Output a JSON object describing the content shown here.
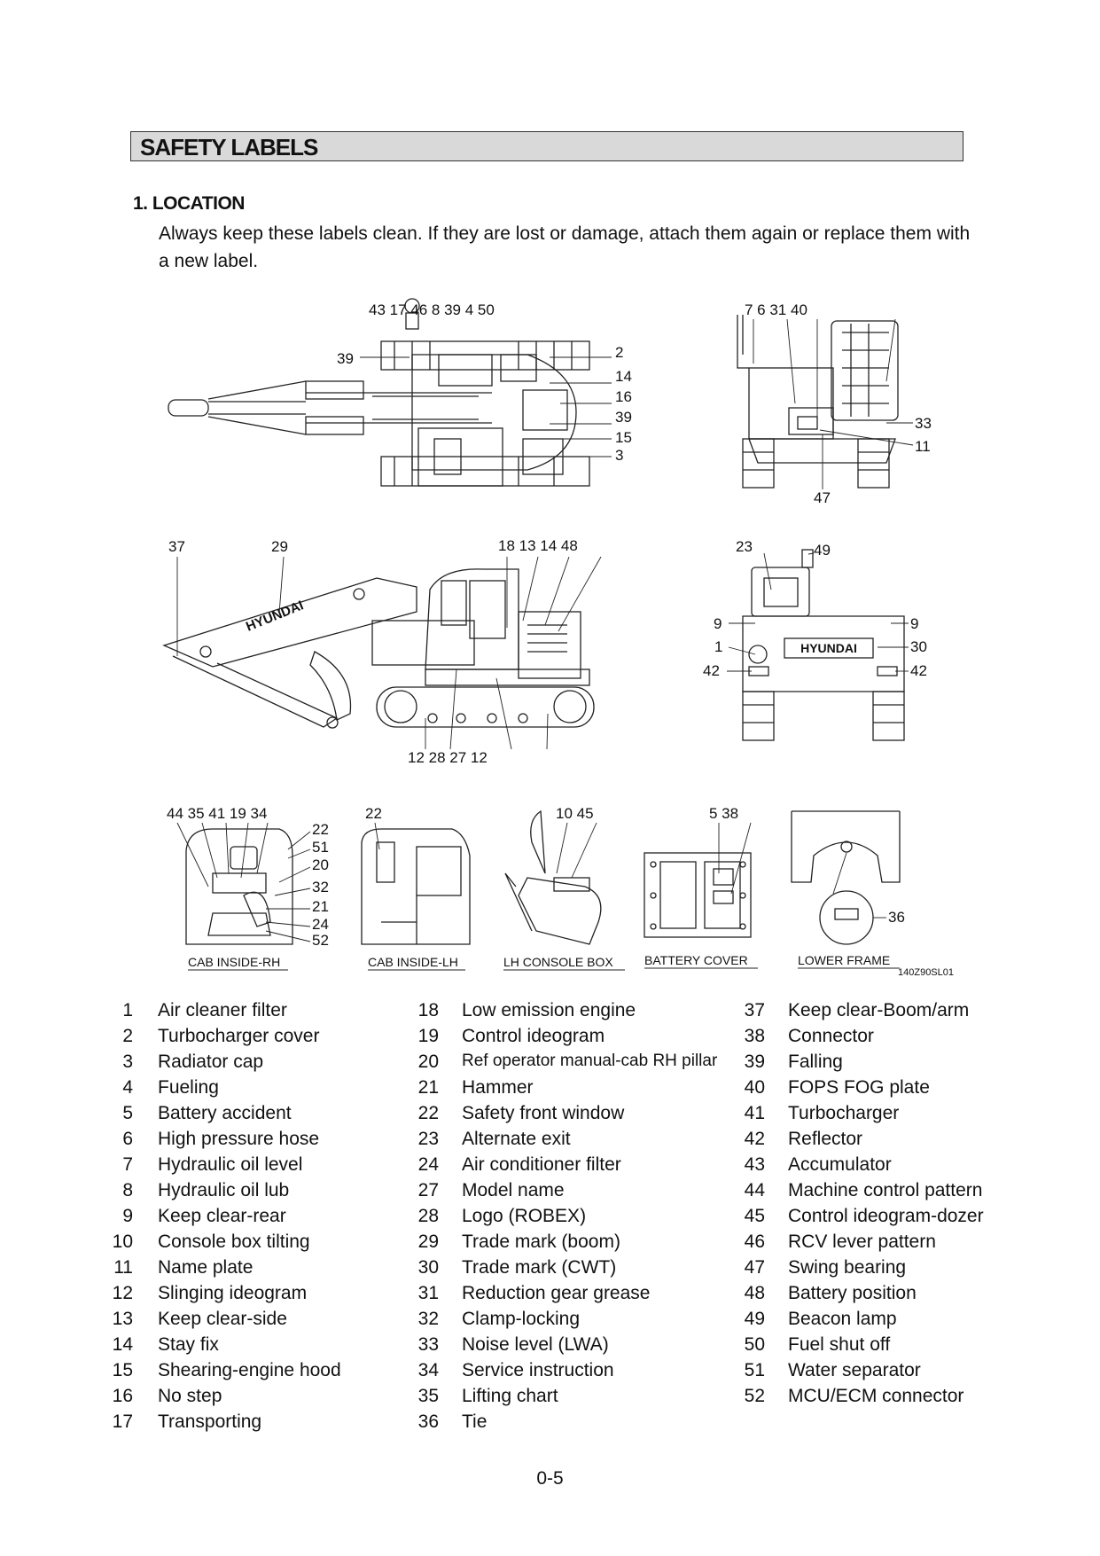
{
  "header": {
    "title": "SAFETY LABELS"
  },
  "section": {
    "title": "1.  LOCATION",
    "intro": "Always keep these labels clean.  If they are lost or damage, attach them again or replace them with a new label."
  },
  "figure": {
    "code": "140Z90SL01",
    "captions": [
      "CAB INSIDE-RH",
      "CAB INSIDE-LH",
      "LH CONSOLE BOX",
      "BATTERY COVER",
      "LOWER FRAME"
    ],
    "top_view": {
      "top_labels": "43    17  46    8  39  4  50",
      "left": "39",
      "right": [
        "2",
        "14",
        "16",
        "39",
        "15",
        "3"
      ]
    },
    "rear_view": {
      "top": "7    6   31          40",
      "right": [
        "33",
        "11"
      ],
      "bottom": "47"
    },
    "side_view": {
      "top_left": "37",
      "boom": "29",
      "top_right": "18   13   14   48",
      "bottom": "12  28        27    12"
    },
    "back_view": {
      "top": "23",
      "beacon": "49",
      "left": [
        "9",
        "1",
        "42"
      ],
      "right": [
        "9",
        "30",
        "42"
      ]
    },
    "cab_rh": {
      "top": "44 35  41 19 34",
      "right": [
        "22",
        "51",
        "20",
        "32",
        "21",
        "24",
        "52"
      ]
    },
    "cab_lh": {
      "top": "22"
    },
    "console": {
      "top": "10   45"
    },
    "battery": {
      "top": "5    38"
    },
    "lower": {
      "right": "36"
    }
  },
  "legend": {
    "col1": [
      {
        "n": "1",
        "t": "Air cleaner filter"
      },
      {
        "n": "2",
        "t": "Turbocharger cover"
      },
      {
        "n": "3",
        "t": "Radiator cap"
      },
      {
        "n": "4",
        "t": "Fueling"
      },
      {
        "n": "5",
        "t": "Battery accident"
      },
      {
        "n": "6",
        "t": "High pressure hose"
      },
      {
        "n": "7",
        "t": "Hydraulic oil level"
      },
      {
        "n": "8",
        "t": "Hydraulic oil lub"
      },
      {
        "n": "9",
        "t": "Keep clear-rear"
      },
      {
        "n": "10",
        "t": "Console box tilting"
      },
      {
        "n": "11",
        "t": "Name plate"
      },
      {
        "n": "12",
        "t": "Slinging ideogram"
      },
      {
        "n": "13",
        "t": "Keep clear-side"
      },
      {
        "n": "14",
        "t": "Stay fix"
      },
      {
        "n": "15",
        "t": "Shearing-engine hood"
      },
      {
        "n": "16",
        "t": "No step"
      },
      {
        "n": "17",
        "t": "Transporting"
      }
    ],
    "col2": [
      {
        "n": "18",
        "t": "Low emission engine"
      },
      {
        "n": "19",
        "t": "Control ideogram"
      },
      {
        "n": "20",
        "t": "Ref operator manual-cab RH pillar"
      },
      {
        "n": "21",
        "t": "Hammer"
      },
      {
        "n": "22",
        "t": "Safety front window"
      },
      {
        "n": "23",
        "t": "Alternate exit"
      },
      {
        "n": "24",
        "t": "Air conditioner filter"
      },
      {
        "n": "27",
        "t": "Model name"
      },
      {
        "n": "28",
        "t": "Logo (ROBEX)"
      },
      {
        "n": "29",
        "t": "Trade mark (boom)"
      },
      {
        "n": "30",
        "t": "Trade mark (CWT)"
      },
      {
        "n": "31",
        "t": "Reduction gear grease"
      },
      {
        "n": "32",
        "t": "Clamp-locking"
      },
      {
        "n": "33",
        "t": "Noise level (LWA)"
      },
      {
        "n": "34",
        "t": "Service instruction"
      },
      {
        "n": "35",
        "t": "Lifting chart"
      },
      {
        "n": "36",
        "t": "Tie"
      }
    ],
    "col3": [
      {
        "n": "37",
        "t": "Keep clear-Boom/arm"
      },
      {
        "n": "38",
        "t": "Connector"
      },
      {
        "n": "39",
        "t": "Falling"
      },
      {
        "n": "40",
        "t": "FOPS FOG plate"
      },
      {
        "n": "41",
        "t": "Turbocharger"
      },
      {
        "n": "42",
        "t": "Reflector"
      },
      {
        "n": "43",
        "t": "Accumulator"
      },
      {
        "n": "44",
        "t": "Machine control pattern"
      },
      {
        "n": "45",
        "t": "Control ideogram-dozer"
      },
      {
        "n": "46",
        "t": "RCV lever pattern"
      },
      {
        "n": "47",
        "t": "Swing bearing"
      },
      {
        "n": "48",
        "t": "Battery position"
      },
      {
        "n": "49",
        "t": "Beacon lamp"
      },
      {
        "n": "50",
        "t": "Fuel shut off"
      },
      {
        "n": "51",
        "t": "Water separator"
      },
      {
        "n": "52",
        "t": "MCU/ECM connector"
      }
    ]
  },
  "page": {
    "number": "0-5"
  }
}
